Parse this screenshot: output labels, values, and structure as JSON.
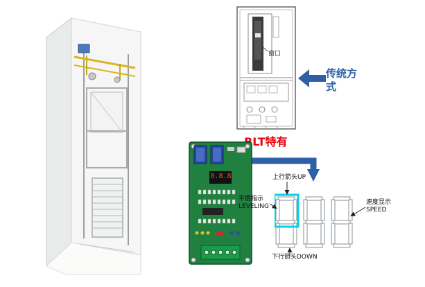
{
  "panel": {
    "window_label": "窗口"
  },
  "traditional": {
    "label": "传统方式"
  },
  "blt": {
    "label": "BLT特有"
  },
  "pcb": {
    "display_value": "8.8.8"
  },
  "display_diagram": {
    "up_label": "上行箭头UP",
    "leveling_cn": "平层指示",
    "leveling_en": "LEVELING",
    "speed_cn": "速度显示",
    "speed_en": "SPEED",
    "down_label": "下行箭头DOWN"
  },
  "colors": {
    "accent_blue": "#2f5fa7",
    "red": "#e8000a",
    "cyan": "#00d4e8",
    "pcb_green": "#1f8040"
  }
}
